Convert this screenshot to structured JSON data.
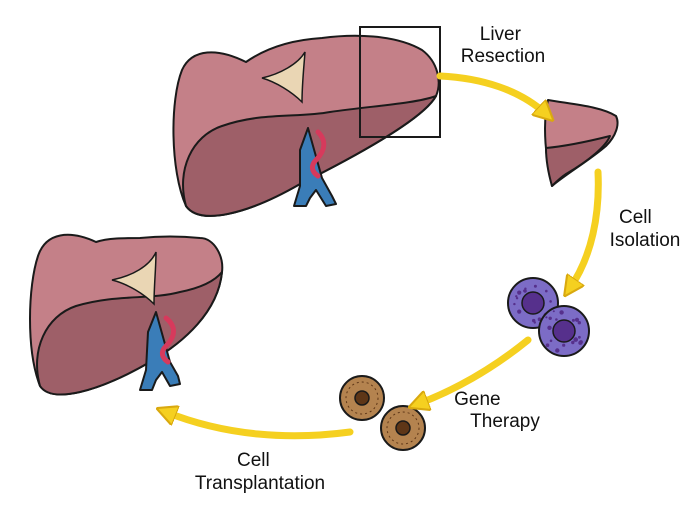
{
  "steps": [
    {
      "lines": [
        "Liver",
        "Resection"
      ]
    },
    {
      "lines": [
        "Cell",
        "Isolation"
      ]
    },
    {
      "lines": [
        "Gene",
        "Therapy"
      ]
    },
    {
      "lines": [
        "Cell",
        "Transplantation"
      ]
    }
  ],
  "colors": {
    "liver_fill": "#c48088",
    "liver_shade": "#9e5f68",
    "ligament": "#ead6b4",
    "vein": "#3a7db8",
    "artery": "#d63a5c",
    "arrow": "#f5d020",
    "arrow_edge": "#d9a90f",
    "isolated_cell": "#7c6cc6",
    "isolated_nucleus": "#56308c",
    "modified_cell": "#b4834f",
    "modified_nucleus": "#5e3617",
    "outline": "#1a1a1a"
  }
}
